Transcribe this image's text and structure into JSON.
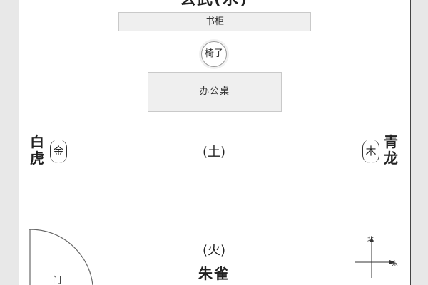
{
  "top": {
    "title": "玄武(水)"
  },
  "furniture": {
    "bookshelf": "书柜",
    "chair": "椅子",
    "desk": "办公桌",
    "door": "门"
  },
  "elements": {
    "center": "(土)",
    "bottom": "(火)",
    "left": "金",
    "right": "木"
  },
  "labels": {
    "bottom": "朱雀",
    "left": "白虎",
    "right": "青龙"
  },
  "compass": {
    "north": "北",
    "east": "东"
  }
}
